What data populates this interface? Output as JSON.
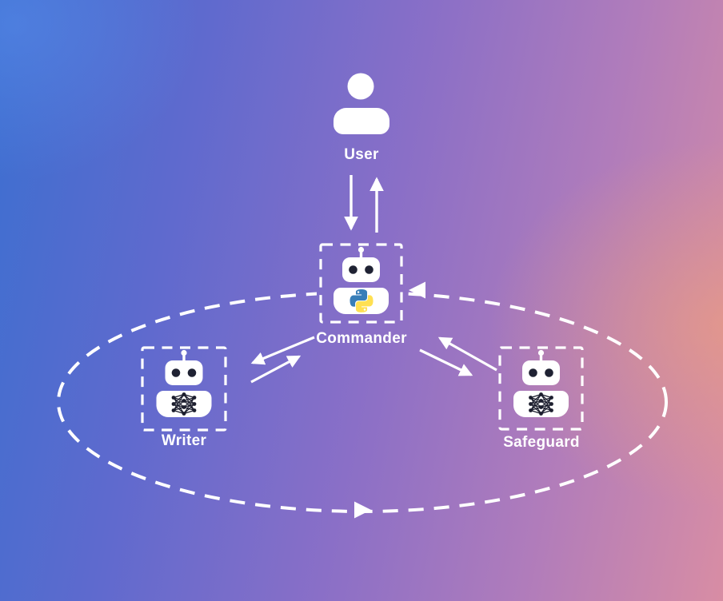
{
  "diagram": {
    "description": "Multi-agent conversation flow diagram",
    "nodes": {
      "user": {
        "label": "User",
        "icon": "user-icon"
      },
      "commander": {
        "label": "Commander",
        "icon": "robot-icon",
        "badge_icon": "python-icon"
      },
      "writer": {
        "label": "Writer",
        "icon": "robot-icon",
        "badge_icon": "neural-network-icon"
      },
      "safeguard": {
        "label": "Safeguard",
        "icon": "robot-icon",
        "badge_icon": "neural-network-icon"
      }
    },
    "edges": [
      {
        "from": "user",
        "to": "commander",
        "style": "solid-arrow"
      },
      {
        "from": "commander",
        "to": "user",
        "style": "solid-arrow"
      },
      {
        "from": "commander",
        "to": "writer",
        "style": "solid-arrow"
      },
      {
        "from": "writer",
        "to": "commander",
        "style": "solid-arrow"
      },
      {
        "from": "commander",
        "to": "safeguard",
        "style": "solid-arrow"
      },
      {
        "from": "safeguard",
        "to": "commander",
        "style": "solid-arrow"
      },
      {
        "from": "agent-cycle",
        "to": "commander",
        "style": "dashed-ellipse-arrow"
      }
    ],
    "colors": {
      "background_blue": "#3c6fd0",
      "background_violet": "#5f6ace",
      "background_purple": "#8a6fc7",
      "background_mauve": "#b07cbb",
      "background_pink": "#d88da4",
      "background_salmon": "#f2a276",
      "line_white": "#ffffff",
      "robot_eye_dark": "#1f2233",
      "neural_glyph_dark": "#1c1e2e",
      "python_blue": "#387EB8",
      "python_yellow": "#FFE052"
    }
  }
}
